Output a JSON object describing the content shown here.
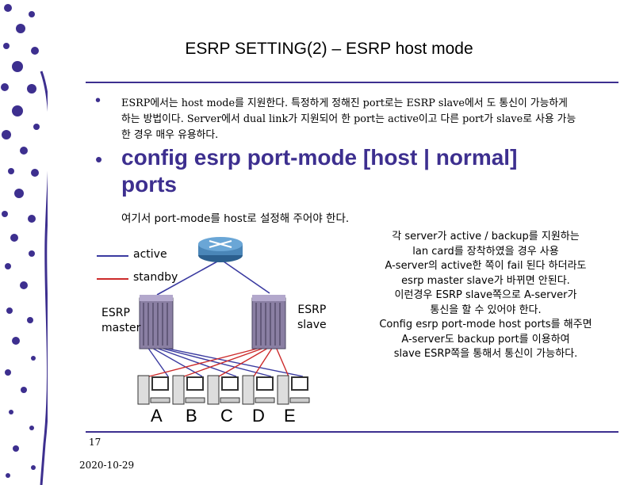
{
  "slide": {
    "title": "ESRP SETTING(2) – ESRP host mode",
    "bullet1": "ESRP에서는 host mode를 지원한다. 특정하게 정해진 port로는 ESRP slave에서 도 통신이 가능하게 하는 방법이다. Server에서 dual link가 지원되어 한 port는 active이고 다른 port가 slave로 사용 가능한 경우 매우 유용하다.",
    "bullet2": "config esrp port-mode [host | normal] ports",
    "note_cmd": "여기서 port-mode를 host로 설정해 주어야 한다.",
    "note_desc": [
      "각 server가 active / backup를 지원하는",
      "lan card를 장착하였을 경우 사용",
      "A-server의 active한 쪽이 fail 된다 하더라도",
      "esrp master slave가 바뀌면 안된다.",
      "이런경우 ESRP slave쪽으로 A-server가",
      "통신을 할 수 있어야 한다.",
      "Config esrp port-mode host ports를 해주면",
      "A-server도 backup port를 이용하여",
      "slave ESRP쪽을 통해서 통신이 가능하다."
    ],
    "page_number": "17",
    "date": "2020-10-29"
  },
  "diagram": {
    "legend": [
      {
        "label": "active",
        "color": "#3a3aa0"
      },
      {
        "label": "standby",
        "color": "#cc2a2a"
      }
    ],
    "master_label": [
      "ESRP",
      "master"
    ],
    "slave_label": [
      "ESRP",
      "slave"
    ],
    "servers": [
      "A",
      "B",
      "C",
      "D",
      "E"
    ]
  },
  "colors": {
    "accent": "#3d2f8f",
    "active": "#3a3aa0",
    "standby": "#cc2a2a"
  }
}
